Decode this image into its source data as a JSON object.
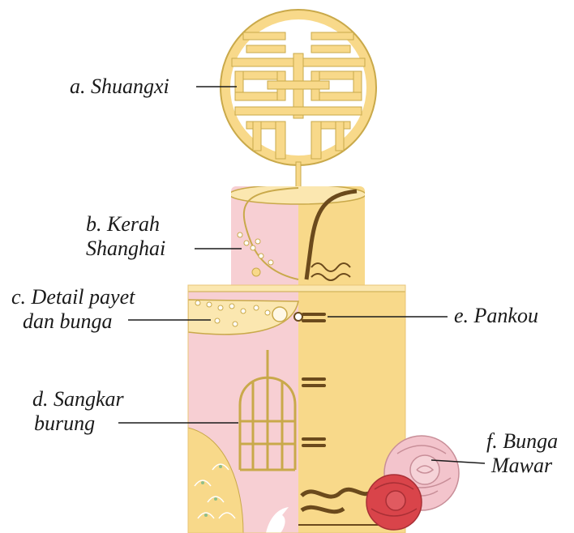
{
  "labels": {
    "a": [
      "a. Shuangxi"
    ],
    "b": [
      "b. Kerah",
      "Shanghai"
    ],
    "c": [
      "c. Detail payet",
      "dan bunga"
    ],
    "d": [
      "d. Sangkar",
      "burung"
    ],
    "e": [
      "e. Pankou"
    ],
    "f": [
      "f. Bunga",
      "Mawar"
    ]
  },
  "colors": {
    "pink": "#f7cfd3",
    "gold": "#f8d98a",
    "goldLine": "#c9a94a",
    "brown": "#6b4a1c",
    "rose_red": "#d9444a",
    "rose_pink": "#f3c4cc",
    "ink": "#1a1a1a"
  }
}
